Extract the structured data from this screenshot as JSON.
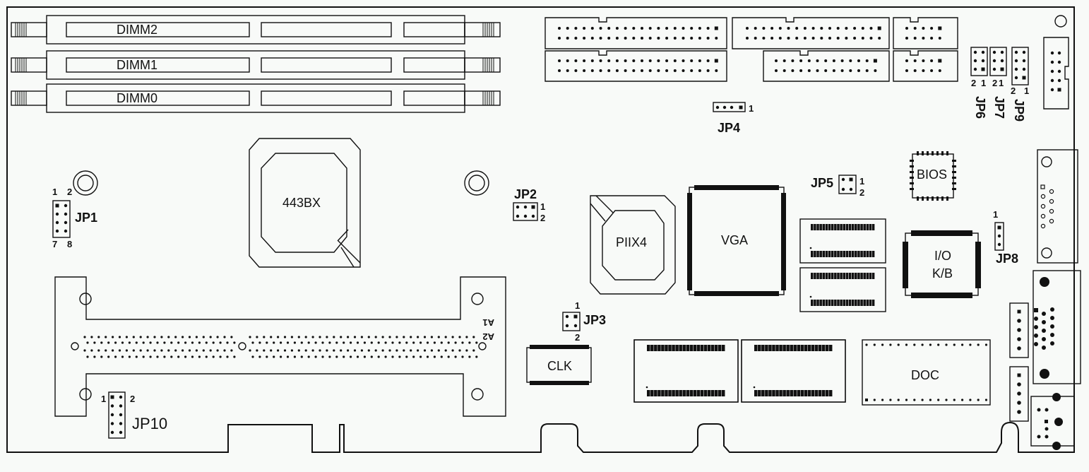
{
  "diagram": {
    "type": "motherboard-layout",
    "colors": {
      "background": "#f8faf8",
      "line": "#111111"
    },
    "memory_slots": [
      {
        "id": "dimm2",
        "label": "DIMM2"
      },
      {
        "id": "dimm1",
        "label": "DIMM1"
      },
      {
        "id": "dimm0",
        "label": "DIMM0"
      }
    ],
    "chips": {
      "northbridge": "443BX",
      "southbridge": "PIIX4",
      "vga": "VGA",
      "bios": "BIOS",
      "io_line1": "I/O",
      "io_line2": "K/B",
      "clock": "CLK",
      "doc": "DOC"
    },
    "slot_markers": {
      "a1": "A1",
      "a2": "A2"
    },
    "jumpers": {
      "jp1": {
        "label": "JP1",
        "pins": [
          "1",
          "2",
          "7",
          "8"
        ]
      },
      "jp2": {
        "label": "JP2",
        "pins": [
          "1",
          "2"
        ]
      },
      "jp3": {
        "label": "JP3",
        "pins": [
          "1",
          "2"
        ]
      },
      "jp4": {
        "label": "JP4",
        "pins": [
          "1"
        ]
      },
      "jp5": {
        "label": "JP5",
        "pins": [
          "1",
          "2"
        ]
      },
      "jp6": {
        "label": "JP6",
        "pins": [
          "2",
          "1"
        ]
      },
      "jp7": {
        "label": "JP7",
        "pins": [
          "2",
          "1"
        ]
      },
      "jp8": {
        "label": "JP8",
        "pins": [
          "1"
        ]
      },
      "jp9": {
        "label": "JP9",
        "pins": [
          "2",
          "1"
        ]
      },
      "jp10": {
        "label": "JP10",
        "pins": [
          "1",
          "2"
        ]
      }
    }
  }
}
